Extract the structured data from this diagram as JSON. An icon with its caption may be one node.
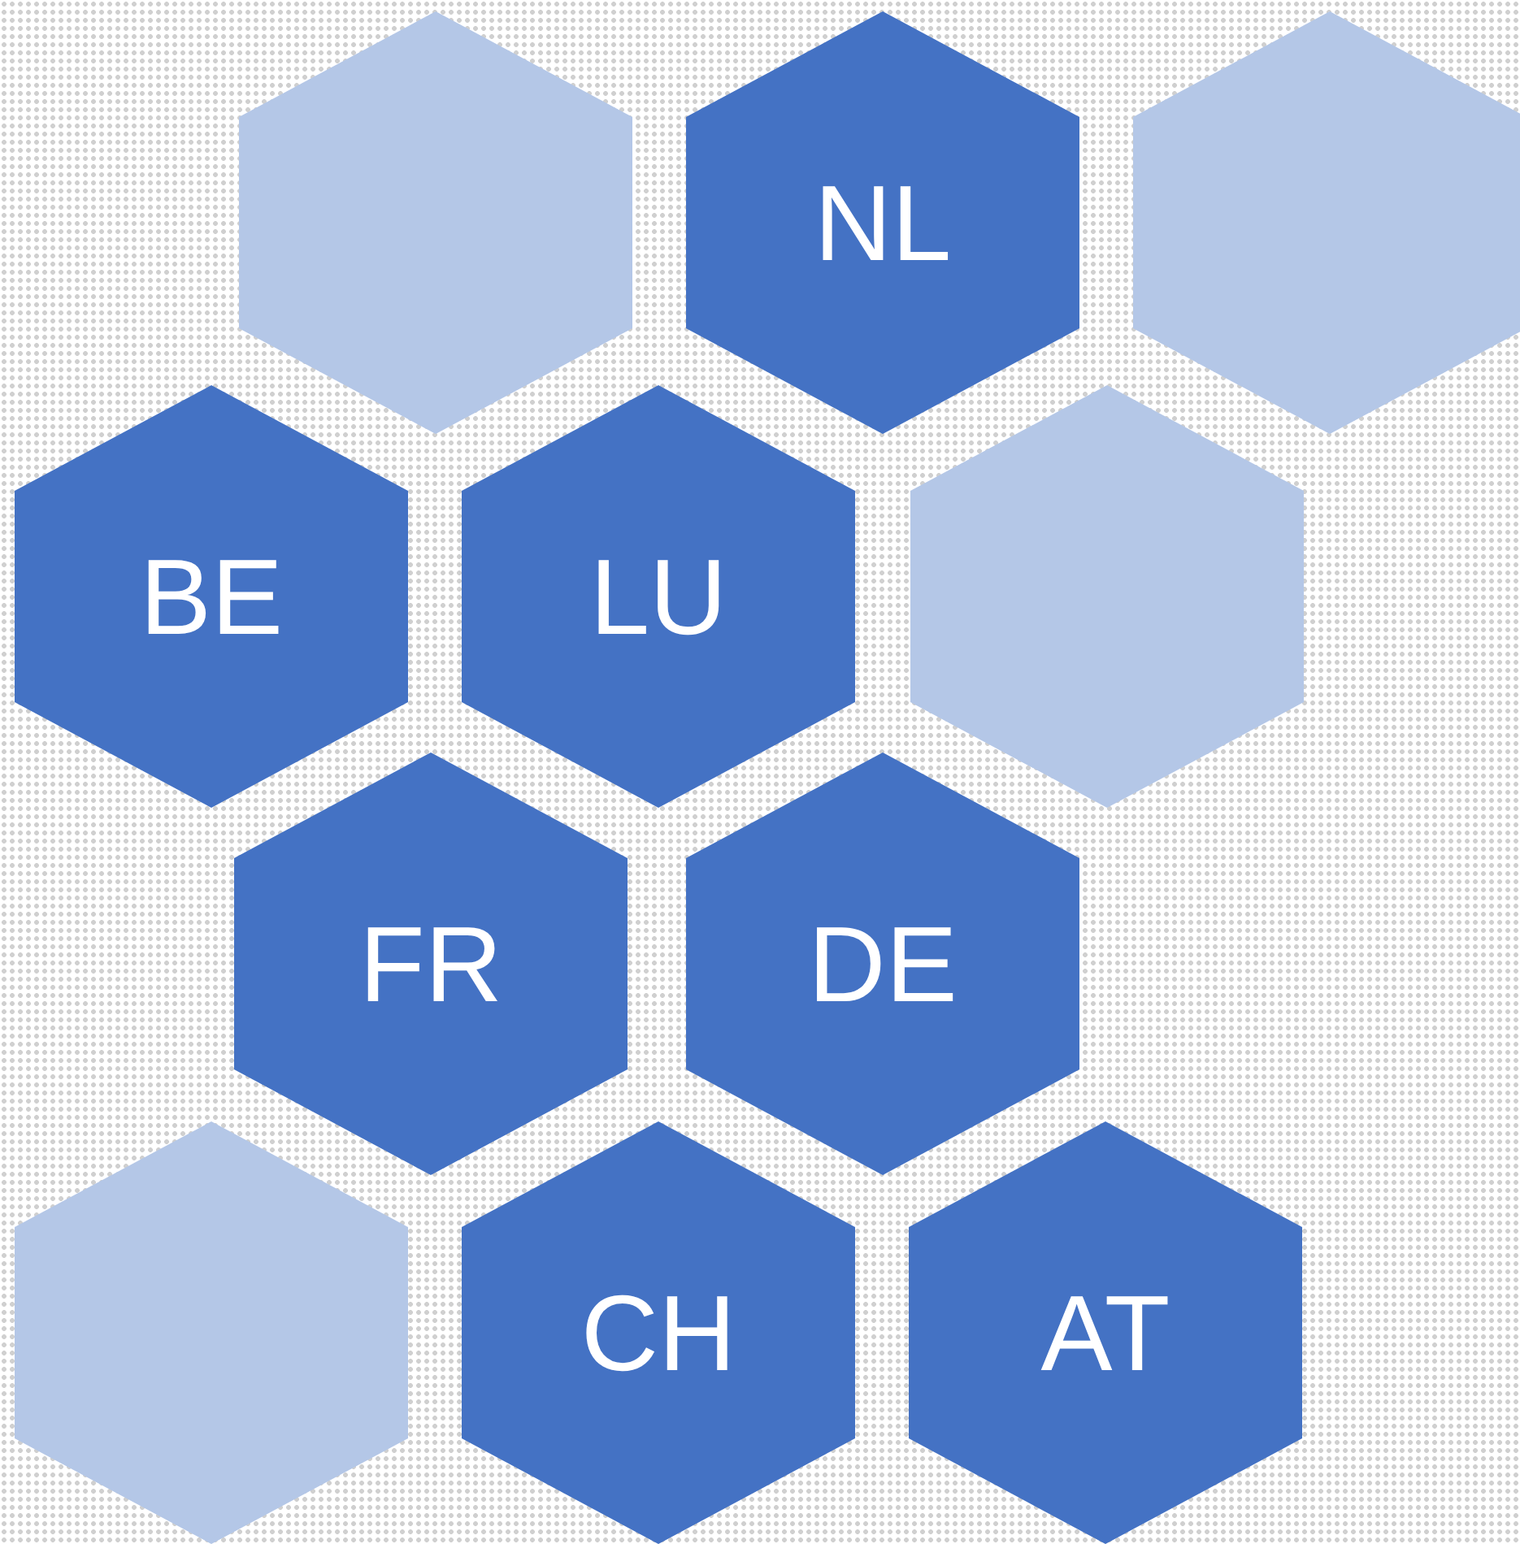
{
  "diagram": {
    "nodes": [
      {
        "text": [],
        "shape": "hexagon"
      },
      {
        "text": [
          "NL"
        ]
      },
      {
        "text": [],
        "shape": "hexagon"
      },
      {
        "text": [
          "BE"
        ]
      },
      {
        "text": [
          "LU"
        ]
      },
      {
        "text": [],
        "shape": "hexagon"
      },
      {
        "text": [
          "FR"
        ]
      },
      {
        "text": [
          "DE"
        ]
      },
      {
        "text": [],
        "shape": "hexagon"
      },
      {
        "text": [
          "CH"
        ]
      },
      {
        "text": [
          "AT"
        ]
      }
    ],
    "edges": []
  }
}
